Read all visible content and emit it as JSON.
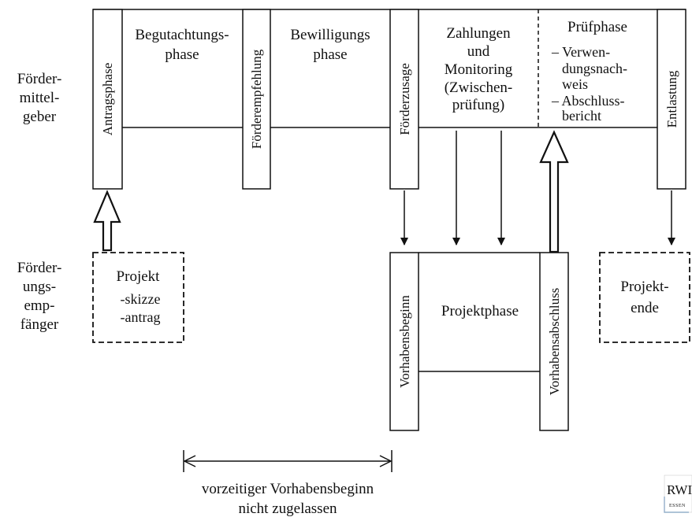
{
  "row_labels": {
    "giver": [
      "Förder-",
      "mittel-",
      "geber"
    ],
    "receiver": [
      "Förder-",
      "ungs-",
      "emp-",
      "fänger"
    ]
  },
  "upper_phases": {
    "antragsphase": "Antragsphase",
    "begutachtung": [
      "Begutachtungs-",
      "phase"
    ],
    "foerderempfehlung": "Förderempfehlung",
    "bewilligung": [
      "Bewilligungs",
      "phase"
    ],
    "foerderzusage": "Förderzusage",
    "zahlungen": [
      "Zahlungen",
      "und",
      "Monitoring",
      "(Zwischen-",
      "prüfung)"
    ],
    "pruefphase": {
      "title": "Prüfphase",
      "item1": [
        "– Verwen-",
        "dungsnach-",
        "weis"
      ],
      "item2": [
        "– Abschluss-",
        "bericht"
      ]
    },
    "entlastung": "Entlastung"
  },
  "lower_phases": {
    "projekt": {
      "title": "Projekt",
      "line1": "-skizze",
      "line2": "-antrag"
    },
    "vorhabensbeginn": "Vorhabensbeginn",
    "projektphase": "Projektphase",
    "vorhabensabschluss": "Vorhabensabschluss",
    "projektende": [
      "Projekt-",
      "ende"
    ]
  },
  "note": [
    "vorzeitiger Vorhabensbeginn",
    "nicht zugelassen"
  ],
  "logo": {
    "main": "RWI",
    "sub": "ESSEN"
  },
  "colors": {
    "line": "#111111",
    "background": "#ffffff",
    "logo_accent": "#3a78b5"
  }
}
